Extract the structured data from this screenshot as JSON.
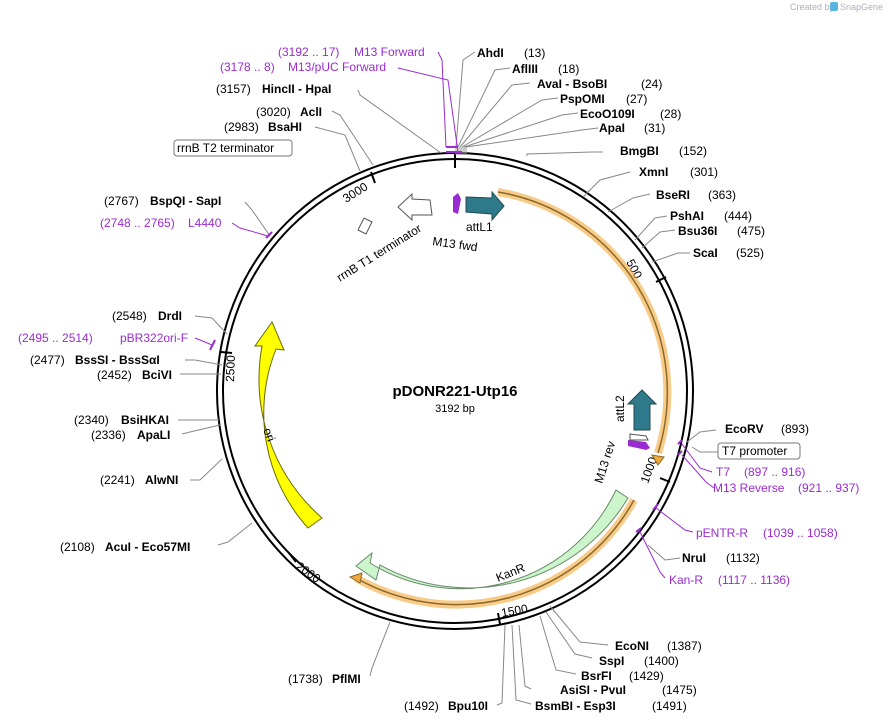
{
  "credit": {
    "created_by": "Created by",
    "brand": "SnapGene"
  },
  "plasmid": {
    "name": "pDONR221-Utp16",
    "size": "3192 bp"
  },
  "enzymes": {
    "AhdI": {
      "name": "AhdI",
      "pos": "(13)"
    },
    "AflIII": {
      "name": "AflIII",
      "pos": "(18)"
    },
    "AvaI": {
      "name": "AvaI  - BsoBI",
      "pos": "(24)"
    },
    "PspOMI": {
      "name": "PspOMI",
      "pos": "(27)"
    },
    "EcoO109I": {
      "name": "EcoO109I",
      "pos": "(28)"
    },
    "ApaI": {
      "name": "ApaI",
      "pos": "(31)"
    },
    "BmgBI": {
      "name": "BmgBI",
      "pos": "(152)"
    },
    "XmnI": {
      "name": "XmnI",
      "pos": "(301)"
    },
    "BseRI": {
      "name": "BseRI",
      "pos": "(363)"
    },
    "PshAI": {
      "name": "PshAI",
      "pos": "(444)"
    },
    "Bsu36I": {
      "name": "Bsu36I",
      "pos": "(475)"
    },
    "ScaI": {
      "name": "ScaI",
      "pos": "(525)"
    },
    "EcoRV": {
      "name": "EcoRV",
      "pos": "(893)"
    },
    "NruI": {
      "name": "NruI",
      "pos": "(1132)"
    },
    "EcoNI": {
      "name": "EcoNI",
      "pos": "(1387)"
    },
    "SspI": {
      "name": "SspI",
      "pos": "(1400)"
    },
    "BsrFI": {
      "name": "BsrFI",
      "pos": "(1429)"
    },
    "AsiSI": {
      "name": "AsiSI  - PvuI",
      "pos": "(1475)"
    },
    "BsmBI": {
      "name": "BsmBI  - Esp3I",
      "pos": "(1491)"
    },
    "Bpu10I": {
      "name": "Bpu10I",
      "pos": "(1492)"
    },
    "PflMI": {
      "name": "PflMI",
      "pos": "(1738)"
    },
    "AcuI": {
      "name": "AcuI  - Eco57MI",
      "pos": "(2108)"
    },
    "AlwNI": {
      "name": "AlwNI",
      "pos": "(2241)"
    },
    "ApaLI": {
      "name": "ApaLI",
      "pos": "(2336)"
    },
    "BsiHKAI": {
      "name": "BsiHKAI",
      "pos": "(2340)"
    },
    "BciVI": {
      "name": "BciVI",
      "pos": "(2452)"
    },
    "BssSI": {
      "name": "BssSI  - BssSαI",
      "pos": "(2477)"
    },
    "DrdI": {
      "name": "DrdI",
      "pos": "(2548)"
    },
    "BspQI": {
      "name": "BspQI  - SapI",
      "pos": "(2767)"
    },
    "BsaHI": {
      "name": "BsaHI",
      "pos": "(2983)"
    },
    "AclI": {
      "name": "AclI",
      "pos": "(3020)"
    },
    "HincII": {
      "name": "HincII  - HpaI",
      "pos": "(3157)"
    }
  },
  "primers": {
    "M13Forward": {
      "range": "(3192 .. 17)",
      "name": "M13 Forward"
    },
    "M13pUC": {
      "range": "(3178 .. 8)",
      "name": "M13/pUC Forward"
    },
    "L4440": {
      "range": "(2748 .. 2765)",
      "name": "L4440"
    },
    "pBR322": {
      "range": "(2495 .. 2514)",
      "name": "pBR322ori-F"
    },
    "T7": {
      "name": "T7",
      "range": "(897 .. 916)"
    },
    "M13Reverse": {
      "name": "M13 Reverse",
      "range": "(921 .. 937)"
    },
    "pENTR": {
      "name": "pENTR-R",
      "range": "(1039 .. 1058)"
    },
    "KanR": {
      "name": "Kan-R",
      "range": "(1117 .. 1136)"
    }
  },
  "features": {
    "rrnB_T2": "rrnB T2 terminator",
    "rrnB_T1": "rrnB T1 terminator",
    "attL1": "attL1",
    "M13fwd": "M13 fwd",
    "attL2": "attL2",
    "M13rev": "M13 rev",
    "T7promoter": "T7 promoter",
    "KanR": "KanR",
    "ori": "ori"
  },
  "ticks": {
    "t500": "500",
    "t1000": "1000",
    "t1500": "1500",
    "t2000": "2000",
    "t2500": "2500",
    "t3000": "3000"
  },
  "colors": {
    "ori": "#ffff00",
    "kanr": "#ccf5cc",
    "att": "#2e7a8a",
    "primer": "#9a2bd1",
    "orf_highlight": "#f3a83b"
  }
}
